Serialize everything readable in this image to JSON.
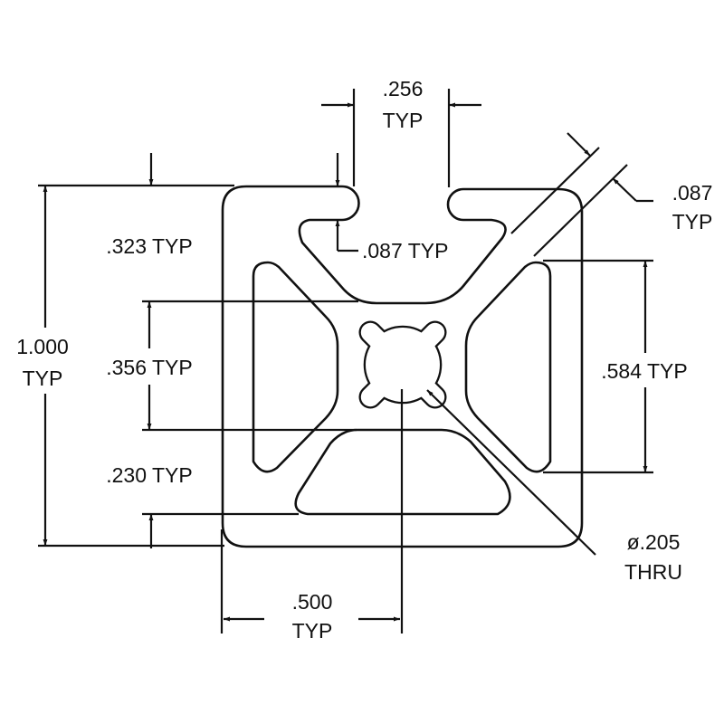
{
  "dimensions": {
    "slot_width": {
      "value": ".256",
      "suffix": "TYP"
    },
    "top_wall": {
      "label": ".323 TYP"
    },
    "slot_lip": {
      "label": ".087 TYP"
    },
    "overall": {
      "value": "1.000",
      "suffix": "TYP"
    },
    "center_web": {
      "label": ".356 TYP"
    },
    "bottom_wall": {
      "label": ".230 TYP"
    },
    "pocket_height": {
      "label": ".584 TYP"
    },
    "diagonal_web": {
      "value": ".087",
      "suffix": "TYP"
    },
    "center_hole": {
      "value": "ø.205",
      "suffix": "THRU"
    },
    "half_width": {
      "value": ".500",
      "suffix": "TYP"
    }
  },
  "colors": {
    "ink": "#111111",
    "background": "#ffffff"
  }
}
